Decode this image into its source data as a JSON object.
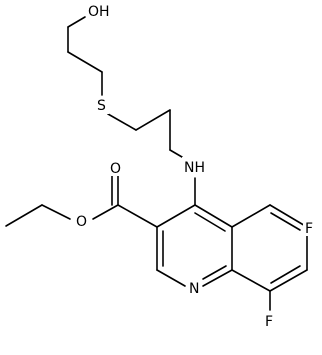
{
  "molecule": {
    "atoms": {
      "hydroxyl": "OH",
      "sulfur": "S",
      "amine": "NH",
      "carbonyl_oxygen": "O",
      "ester_oxygen": "O",
      "ring_nitrogen": "N",
      "fluorine_6": "F",
      "fluorine_8": "F"
    }
  }
}
